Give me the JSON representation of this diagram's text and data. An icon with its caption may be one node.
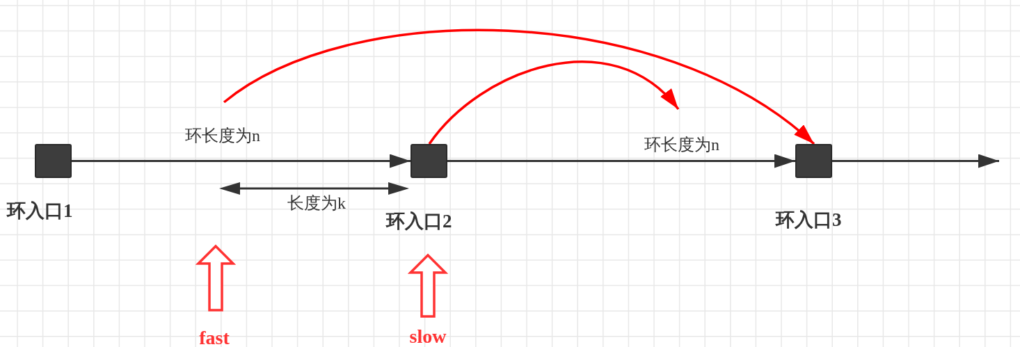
{
  "diagram": {
    "nodes": [
      {
        "text": [],
        "shape": "box",
        "beside": [
          "环入口1"
        ]
      },
      {
        "text": [],
        "shape": "box",
        "beside": [
          "环入口2"
        ]
      },
      {
        "text": [],
        "shape": "box",
        "beside": [
          "环入口3"
        ]
      }
    ],
    "edges": [
      {
        "from": 0,
        "to": 1,
        "arrow": "to",
        "label": "环长度为n"
      },
      {
        "from": 1,
        "to": 2,
        "arrow": "to",
        "label": "环长度为n"
      },
      {
        "from": 2,
        "to": null,
        "arrow": "to"
      },
      {
        "from": 1,
        "to": null,
        "arrow": "to",
        "color": "#ff0000"
      },
      {
        "from": null,
        "to": 2,
        "arrow": "to",
        "color": "#ff0000"
      }
    ],
    "labels": [
      "长度为k",
      "fast",
      "slow"
    ]
  }
}
